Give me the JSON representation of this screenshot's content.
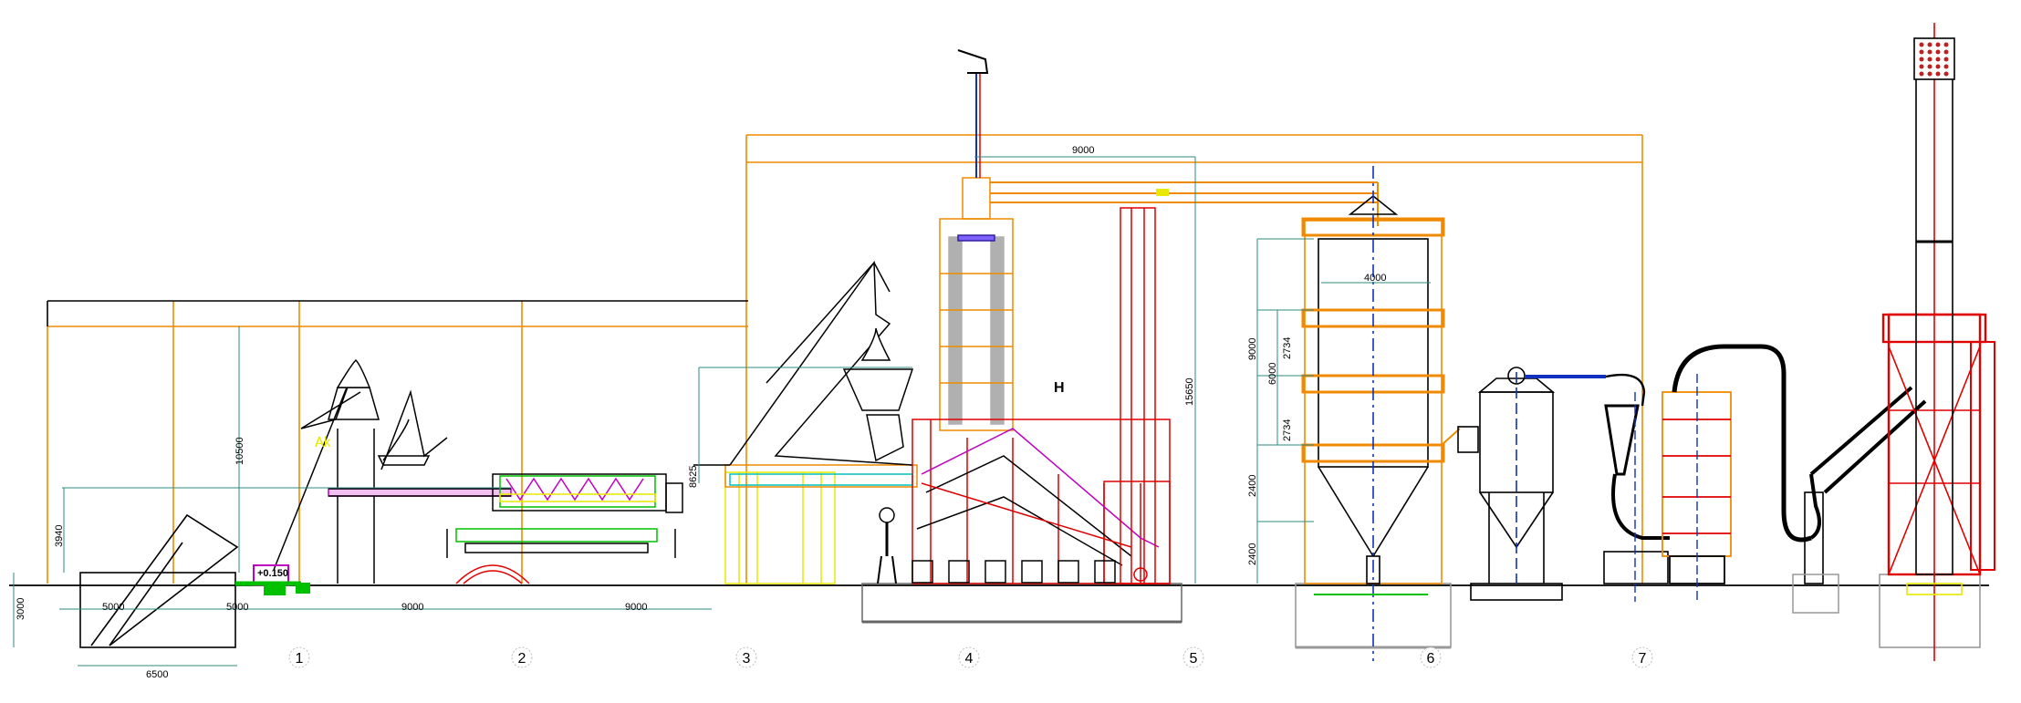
{
  "axes": [
    "1",
    "2",
    "3",
    "4",
    "5",
    "6",
    "7"
  ],
  "dimensions": {
    "hopper_width": "6500",
    "bay_a": "5000",
    "bay_b": "5000",
    "span_2_3": "9000",
    "span_3_4": "9000",
    "roof_top": "9000",
    "building_height": "10500",
    "tank_depth": "3000",
    "conveyor_height": "3940",
    "furnace_height": "8625",
    "stack_height": "15650",
    "silo_diameter": "4000",
    "silo_total": "9000",
    "silo_mid": "6000",
    "silo_seg_a": "2734",
    "silo_seg_b": "2734",
    "silo_seg_c": "2400",
    "silo_seg_d": "2400"
  },
  "elevation_mark": "+0.150",
  "colors": {
    "structure": "#f08a00",
    "steel": "#e00000",
    "blue": "#1030c0",
    "green": "#00c000",
    "yellow": "#e8e800",
    "magenta": "#c000c0",
    "dim_line": "#2e8b80",
    "grey": "#9a9a9a"
  }
}
